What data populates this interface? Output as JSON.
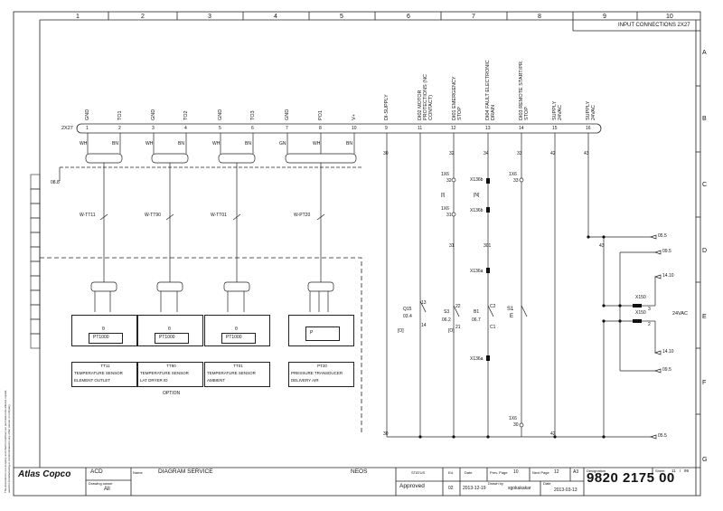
{
  "header": {
    "columns": [
      "1",
      "2",
      "3",
      "4",
      "5",
      "6",
      "7",
      "8",
      "9",
      "10"
    ],
    "rows": [
      "A",
      "B",
      "C",
      "D",
      "E",
      "F",
      "G"
    ],
    "page_title": "INPUT CONNECTIONS 2X27"
  },
  "connector": {
    "name": "2X27",
    "terminals": [
      {
        "num": "1",
        "label": "GND",
        "wire": "WH"
      },
      {
        "num": "2",
        "label": "TO1",
        "wire": "BN"
      },
      {
        "num": "3",
        "label": "GND",
        "wire": "WH"
      },
      {
        "num": "4",
        "label": "TO2",
        "wire": "BN"
      },
      {
        "num": "5",
        "label": "GND",
        "wire": "WH"
      },
      {
        "num": "6",
        "label": "TO3",
        "wire": "BN"
      },
      {
        "num": "7",
        "label": "GND",
        "wire": "GN"
      },
      {
        "num": "8",
        "label": "PO1",
        "wire": "WH"
      },
      {
        "num": "10",
        "label": "V+",
        "wire": "BN"
      },
      {
        "num": "9",
        "label": "DI-SUPPLY",
        "wire": ""
      },
      {
        "num": "11",
        "label": "DI02 MOTOR PROTECTIONS (NC CONTACT)",
        "wire": ""
      },
      {
        "num": "12",
        "label": "DI01 EMERGENCY STOP",
        "wire": ""
      },
      {
        "num": "13",
        "label": "DI04 FAULT ELECTRONIC DRAIN",
        "wire": ""
      },
      {
        "num": "14",
        "label": "DI03 REMOTE START/PR. STOP",
        "wire": ""
      },
      {
        "num": "15",
        "label": "SUPPLY 24VAC",
        "wire": ""
      },
      {
        "num": "16",
        "label": "SUPPLY 24VAC",
        "wire": ""
      }
    ],
    "shield_ref": "08.8"
  },
  "cables": [
    "W-TT11",
    "W-TT90",
    "W-TT01",
    "W-PT20"
  ],
  "sensors": [
    {
      "tag": "TT11",
      "element": "PT1000",
      "symbol": "θ",
      "desc1": "TEMPERATURE SENSOR",
      "desc2": "ELEMENT OUTLET",
      "extra": ""
    },
    {
      "tag": "TT90",
      "element": "PT1000",
      "symbol": "θ",
      "desc1": "TEMPERATURE SENSOR",
      "desc2": "LAT DRYER ID",
      "extra": "OPTION"
    },
    {
      "tag": "TT01",
      "element": "PT1000",
      "symbol": "θ",
      "desc1": "TEMPERATURE SENSOR",
      "desc2": "AMBIENT",
      "extra": ""
    },
    {
      "tag": "PT20",
      "element": "P",
      "symbol": "",
      "desc1": "PRESSURE TRANSDUCER",
      "desc2": "DELIVERY AIR",
      "extra": ""
    }
  ],
  "components": {
    "q15": {
      "tag": "Q15",
      "ref": "03.4",
      "pin_a": "13",
      "pin_b": "14",
      "bracket": "[O]"
    },
    "s3": {
      "tag": "S3",
      "ref": "06.2",
      "pin_a": "22",
      "pin_b": "21",
      "bracket": "[O]"
    },
    "b1": {
      "tag": "B1",
      "ref": "06.7",
      "pin_a": "C2",
      "pin_b": "C1"
    },
    "s1": {
      "tag": "S1",
      "sym": "E"
    },
    "x150a": {
      "tag": "X150",
      "p3": "3"
    },
    "x150b": {
      "tag": "X150",
      "p2": "2"
    },
    "supply_label": "24VAC"
  },
  "wire_numbers": [
    "30",
    "31",
    "32",
    "33",
    "34",
    "301",
    "42",
    "43"
  ],
  "x6_labels": [
    "1X6",
    "32",
    "1X6",
    "31",
    "1X6",
    "33",
    "1X6",
    "30"
  ],
  "x136_labels": [
    "X136b",
    "X136b",
    "X136a",
    "X136a"
  ],
  "brackets": [
    "[I]",
    "[N]"
  ],
  "refs": [
    "05.5",
    "09.5",
    "14.10",
    "14.10",
    "09.5",
    "05.5"
  ],
  "title_block": {
    "company": "Atlas Copco",
    "code": "ACD",
    "drawing_owner_label": "Drawing owner",
    "drawing_owner": "All",
    "name_label": "Name",
    "name": "DIAGRAM SERVICE",
    "product": "NEOS",
    "status_label": "STATUS",
    "status": "Approved",
    "ed_label": "Ed.",
    "ed": "02",
    "date_label": "Date",
    "date": "2013-12-19",
    "prev_page_label": "Prev. Page",
    "prev_page": "10",
    "next_page_label": "Next Page",
    "next_page": "12",
    "format": "A3",
    "drawn_by_label": "Drawn by",
    "drawn_by": "sgokakakar",
    "date2_label": "Date",
    "date2": "2013-03-13",
    "designation_label": "Designation",
    "designation": "9820 2175 00",
    "sheet_label": "Sheet",
    "sheet": "11",
    "sheet_of": "99",
    "side_note": "This document is our property and shall not without our permission be altered, copied, used for manufacturing or communicated to any other person or company."
  }
}
